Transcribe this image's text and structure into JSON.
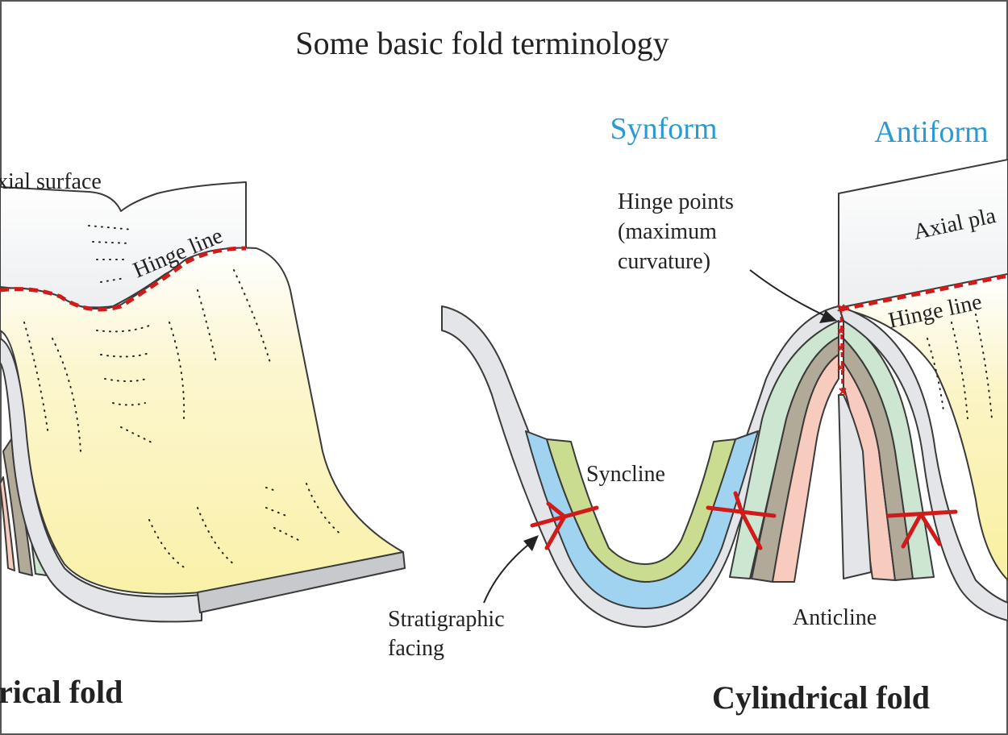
{
  "title": "Some basic fold terminology",
  "left_fold": {
    "axial_surface_label": "xial surface",
    "hinge_line_label": "Hinge line",
    "caption": "rical fold"
  },
  "right_fold": {
    "synform_label": "Synform",
    "antiform_label": "Antiform",
    "hinge_points_lines": [
      "Hinge points",
      "(maximum",
      "curvature)"
    ],
    "axial_plane_label": "Axial pla",
    "hinge_line_label": "Hinge line",
    "syncline_label": "Syncline",
    "anticline_label": "Anticline",
    "stratigraphic_facing_lines": [
      "Stratigraphic",
      "facing"
    ],
    "caption": "Cylindrical fold"
  },
  "colors": {
    "accent_blue": "#2b9ad2",
    "hinge_red": "#d11a1a",
    "layer_grey": "#e3e5e8",
    "layer_blue": "#9fd3ef",
    "layer_green": "#c9dc8f",
    "layer_mint": "#cce6d2",
    "layer_taupe": "#b2aa98",
    "layer_pink": "#f7cbbd",
    "surface_yellow": "#faf1a8"
  }
}
